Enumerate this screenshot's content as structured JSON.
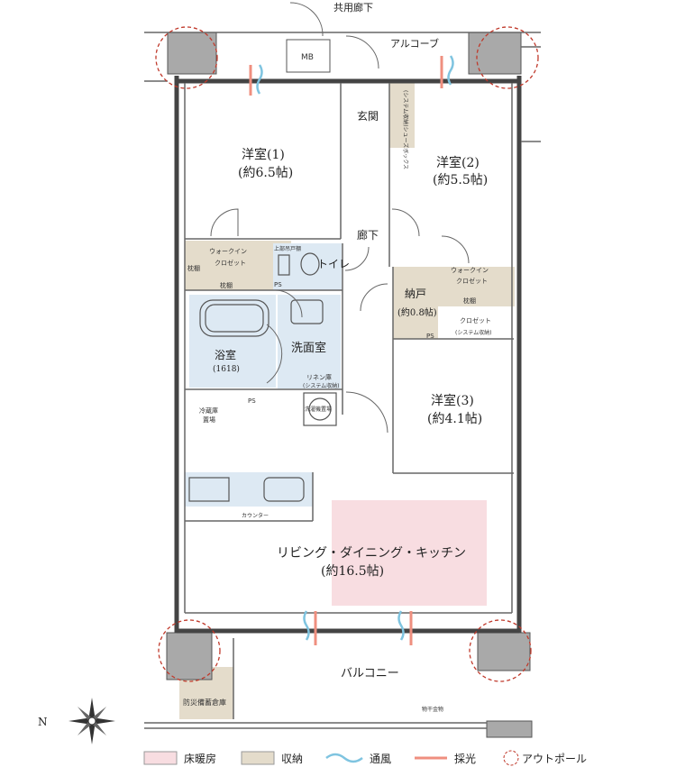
{
  "top": {
    "corridor": "共用廊下",
    "alcove": "アルコーブ",
    "mb": "MB"
  },
  "rooms": {
    "western1": {
      "name": "洋室(1)",
      "size": "(約6.5帖)"
    },
    "western2": {
      "name": "洋室(2)",
      "size": "(約5.5帖)"
    },
    "western3": {
      "name": "洋室(3)",
      "size": "(約4.1帖)"
    },
    "entrance": "玄関",
    "hallway": "廊下",
    "storage": {
      "name": "納戸",
      "size": "(約0.8帖)"
    },
    "toilet": "トイレ",
    "bath": {
      "name": "浴室",
      "size": "(1618)"
    },
    "washroom": "洗面室",
    "ldk": {
      "name": "リビング・ダイニング・キッチン",
      "size": "(約16.5帖)"
    },
    "balcony": "バルコニー"
  },
  "fixtures": {
    "walkin1_a": "ウォークイン",
    "walkin1_b": "クロゼット",
    "walkin2_a": "ウォークイン",
    "walkin2_b": "クロゼット",
    "pillow_shelf": "枕棚",
    "pillow_shelf_v": "枕棚",
    "upper_cabinet": "上部吊戸棚",
    "ps": "PS",
    "shoe_box": "(システム収納)シューズボックス",
    "closet": "クロゼット",
    "system_storage": "(システム収納)",
    "linen": "リネン庫",
    "linen_sub": "(システム収納)",
    "washer": "洗濯機置場",
    "fridge_a": "冷蔵庫",
    "fridge_b": "置場",
    "counter": "カウンター",
    "disaster_store": "防災備蓄倉庫",
    "drying": "物干金物"
  },
  "compass": {
    "north": "N"
  },
  "legend": [
    {
      "label": "床暖房",
      "color": "#f8dde1"
    },
    {
      "label": "収納",
      "color": "#e4dccb"
    },
    {
      "label": "通風",
      "color": "#7fc4e0"
    },
    {
      "label": "採光",
      "color": "#ef8f7f"
    },
    {
      "label": "アウトポール",
      "color": "#c0392b"
    }
  ]
}
